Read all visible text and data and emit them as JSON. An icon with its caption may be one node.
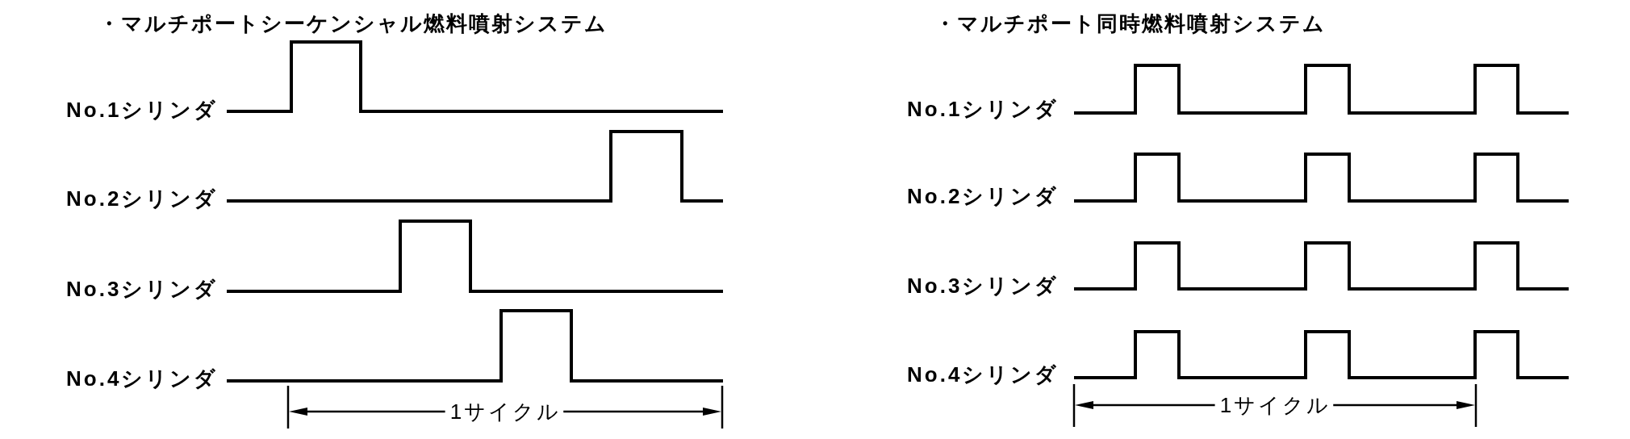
{
  "diagram": {
    "labels": [
      "・マルチポートシーケンシャル燃料噴射システム",
      "No.1シリンダ",
      "No.2シリンダ",
      "No.3シリンダ",
      "No.4シリンダ",
      "1サイクル",
      "・マルチポート同時燃料噴射システム",
      "No.1シリンダ",
      "No.2シリンダ",
      "No.3シリンダ",
      "No.4シリンダ",
      "1サイクル"
    ]
  }
}
